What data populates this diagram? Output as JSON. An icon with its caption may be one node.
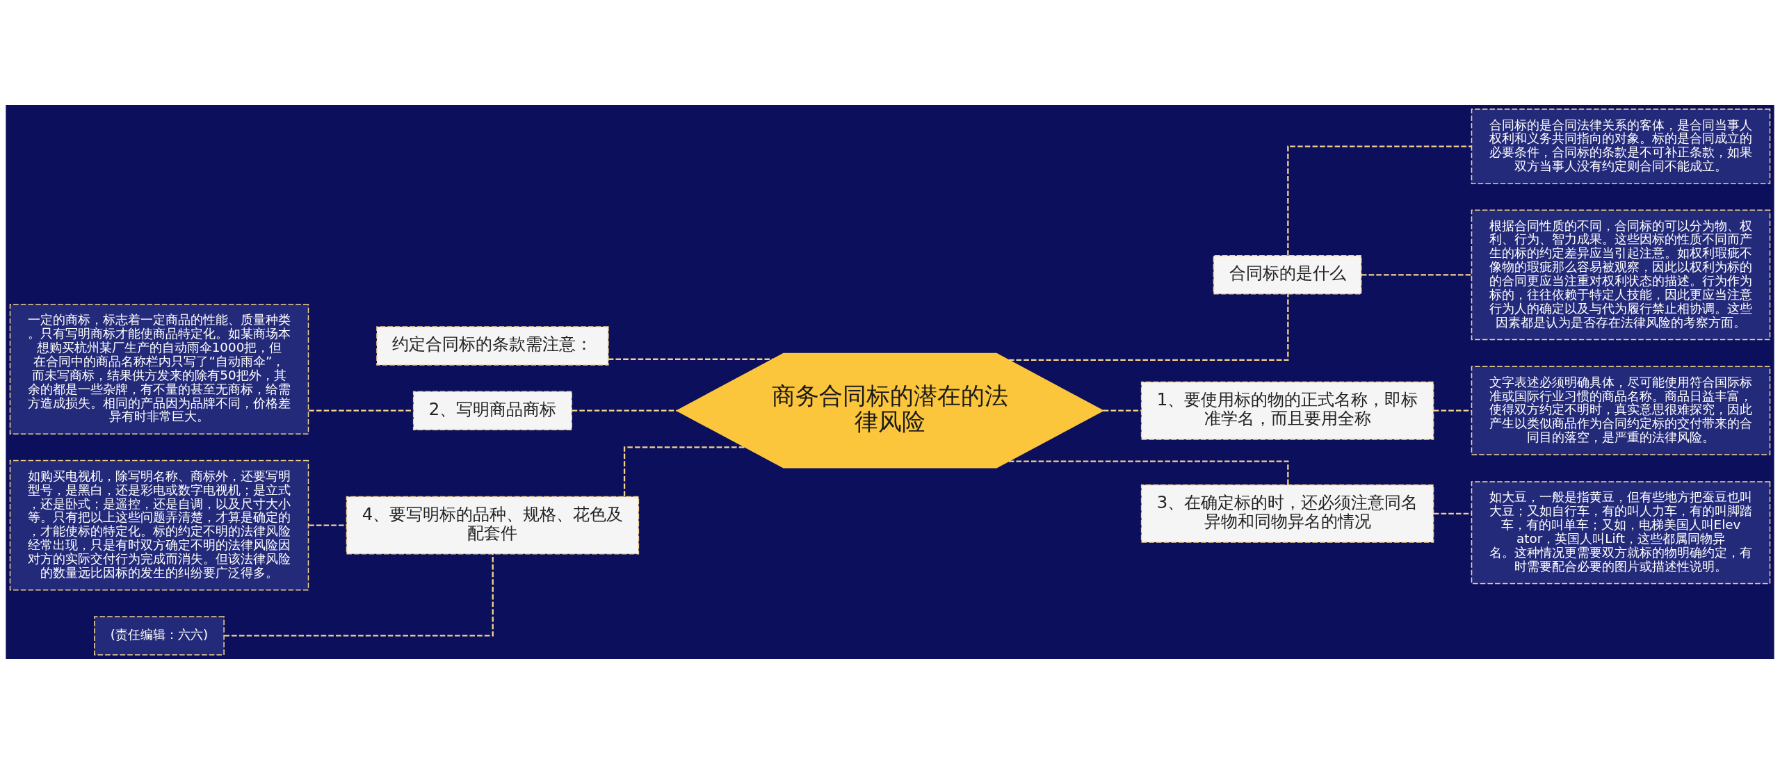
{
  "diagram": {
    "nodes": [
      {
        "text": [
          "商务合同标的潜在的法律风险"
        ]
      },
      {
        "text": [
          "约定合同标的条款需注意："
        ]
      },
      {
        "text": [
          "2、写明商品商标"
        ]
      },
      {
        "text": [
          "一定的商标，标志着一定商品的性能、质量种类。只有写明商标才能使商品特定化。如某商场本想购买杭州某厂生产的自动雨伞1000把，但在合同中的商品名称栏内只写了“自动雨伞”，而未写商标，结果供方发来的除有50把外，其余的都是一些杂牌，有不量的甚至无商标，给需方造成损失。相同的产品因为品牌不同，价格差异有时非常巨大。"
        ]
      },
      {
        "text": [
          "4、要写明标的品种、规格、花色及配套件"
        ]
      },
      {
        "text": [
          "如购买电视机，除写明名称、商标外，还要写明型号，是黑白，还是彩电或数字电视机；是立式，还是卧式；是遥控，还是自调，以及尺寸大小等。只有把以上这些问题弄清楚，才算是确定的，才能使标的特定化。标的约定不明的法律风险经常出现，只是有时双方确定不明的法律风险因对方的实际交付行为完成而消失。但该法律风险的数量远比因标的发生的纠纷要广泛得多。"
        ]
      },
      {
        "text": [
          "(责任编辑：六六)"
        ]
      },
      {
        "text": [
          "合同标的是什么"
        ]
      },
      {
        "text": [
          "合同标的是合同法律关系的客体，是合同当事人权利和义务共同指向的对象。标的是合同成立的必要条件，合同标的条款是不可补正条款，如果双方当事人没有约定则合同不能成立。"
        ]
      },
      {
        "text": [
          "根据合同性质的不同，合同标的可以分为物、权利、行为、智力成果。这些因标的性质不同而产生的标的约定差异应当引起注意。如权利瑕疵不像物的瑕疵那么容易被观察，因此以权利为标的的合同更应当注重对权利状态的描述。行为作为标的，往往依赖于特定人技能，因此更应当注意行为人的确定以及与代为履行禁止相协调。这些因素都是认为是否存在法律风险的考察方面。"
        ]
      },
      {
        "text": [
          "1、要使用标的物的正式名称，即标准学名，而且要用全称"
        ]
      },
      {
        "text": [
          "文字表述必须明确具体，尽可能使用符合国际标准或国际行业习惯的商品名称。商品日益丰富，使得双方约定不明时，真实意思很难探究，因此产生以类似商品作为合同约定标的交付带来的合同目的落空，是严重的法律风险。"
        ]
      },
      {
        "text": [
          "3、在确定标的时，还必须注意同名异物和同物异名的情况"
        ]
      },
      {
        "text": [
          "如大豆，一般是指黄豆，但有些地方把蚕豆也叫大豆；又如自行车，有的叫人力车，有的叫脚踏车，有的叫单车；又如，电梯美国人叫Elevator，英国人叫Lift，这些都属同物异名。这种情况更需要双方就标的物明确约定，有时需要配合必要的图片或描述性说明。"
        ]
      }
    ],
    "edges": [
      {
        "from": 0,
        "to": 1,
        "arrow": "none",
        "style": "dashed"
      },
      {
        "from": 0,
        "to": 2,
        "arrow": "none",
        "style": "dashed"
      },
      {
        "from": 2,
        "to": 3,
        "arrow": "none",
        "style": "dashed"
      },
      {
        "from": 0,
        "to": 4,
        "arrow": "none",
        "style": "dashed"
      },
      {
        "from": 4,
        "to": 5,
        "arrow": "none",
        "style": "dashed"
      },
      {
        "from": 4,
        "to": 6,
        "arrow": "none",
        "style": "dashed"
      },
      {
        "from": 0,
        "to": 7,
        "arrow": "none",
        "style": "dashed"
      },
      {
        "from": 7,
        "to": 8,
        "arrow": "none",
        "style": "dashed"
      },
      {
        "from": 7,
        "to": 9,
        "arrow": "none",
        "style": "dashed"
      },
      {
        "from": 0,
        "to": 10,
        "arrow": "none",
        "style": "dashed"
      },
      {
        "from": 10,
        "to": 11,
        "arrow": "none",
        "style": "dashed"
      },
      {
        "from": 0,
        "to": 12,
        "arrow": "none",
        "style": "dashed"
      },
      {
        "from": 12,
        "to": 13,
        "arrow": "none",
        "style": "dashed"
      }
    ]
  }
}
